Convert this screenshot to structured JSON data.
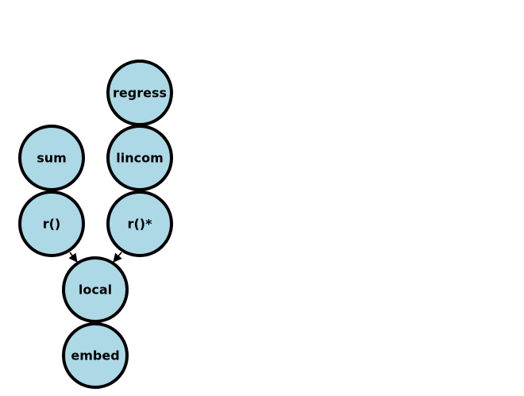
{
  "colors": {
    "node_fill": "#add8e6",
    "node_stroke": "#000000",
    "edge": "#000000",
    "background": "#ffffff"
  },
  "nodes": {
    "regress": {
      "label": "regress"
    },
    "sum": {
      "label": "sum"
    },
    "lincom": {
      "label": "lincom"
    },
    "r": {
      "label": "r()"
    },
    "rstar": {
      "label": "r()*"
    },
    "local": {
      "label": "local"
    },
    "embed": {
      "label": "embed"
    }
  },
  "edges": [
    {
      "from": "r",
      "to": "local"
    },
    {
      "from": "rstar",
      "to": "local"
    }
  ]
}
